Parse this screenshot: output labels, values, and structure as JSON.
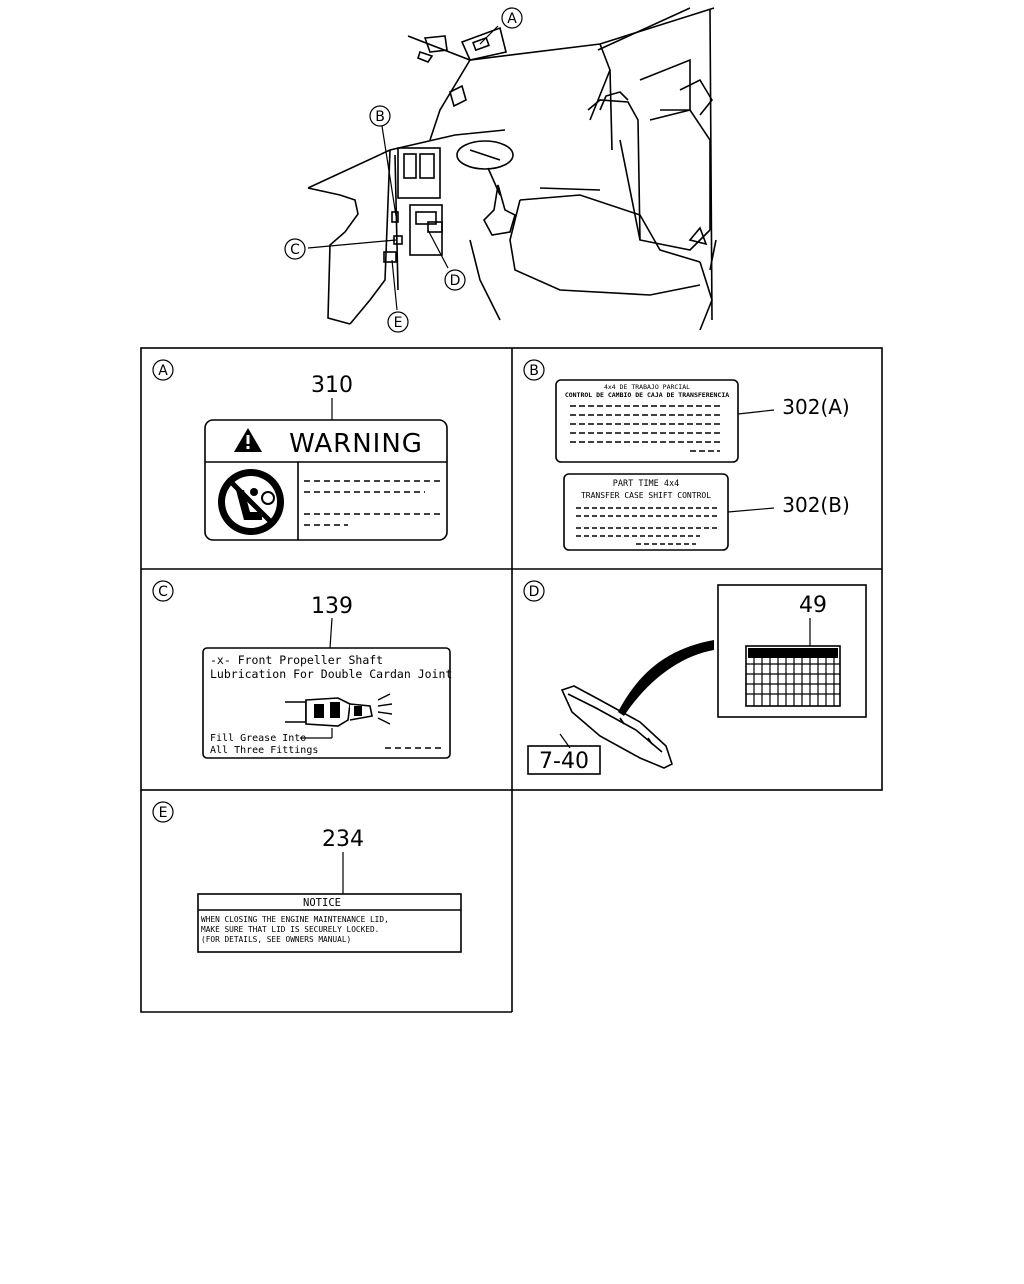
{
  "callouts": {
    "A": "A",
    "B": "B",
    "C": "C",
    "D": "D",
    "E": "E"
  },
  "panels": {
    "A": {
      "marker": "A",
      "part": "310",
      "label_title": "WARNING"
    },
    "B": {
      "marker": "B",
      "part_a": "302(A)",
      "part_b": "302(B)",
      "label_a_line1": "4x4 DE TRABAJO PARCIAL",
      "label_a_line2": "CONTROL DE CAMBIO DE CAJA DE TRANSFERENCIA",
      "label_b_line1": "PART TIME 4x4",
      "label_b_line2": "TRANSFER CASE SHIFT CONTROL"
    },
    "C": {
      "marker": "C",
      "part": "139",
      "line1": "-x- Front Propeller Shaft",
      "line2": "Lubrication For Double Cardan Joint",
      "line3": "Fill Grease Into",
      "line4": "All Three Fittings"
    },
    "D": {
      "marker": "D",
      "part": "49",
      "ref": "7-40"
    },
    "E": {
      "marker": "E",
      "part": "234",
      "title": "NOTICE",
      "line1": "WHEN CLOSING THE ENGINE MAINTENANCE LID,",
      "line2": "MAKE SURE THAT LID IS SECURELY LOCKED.",
      "line3": "(FOR DETAILS, SEE OWNERS MANUAL)"
    }
  }
}
